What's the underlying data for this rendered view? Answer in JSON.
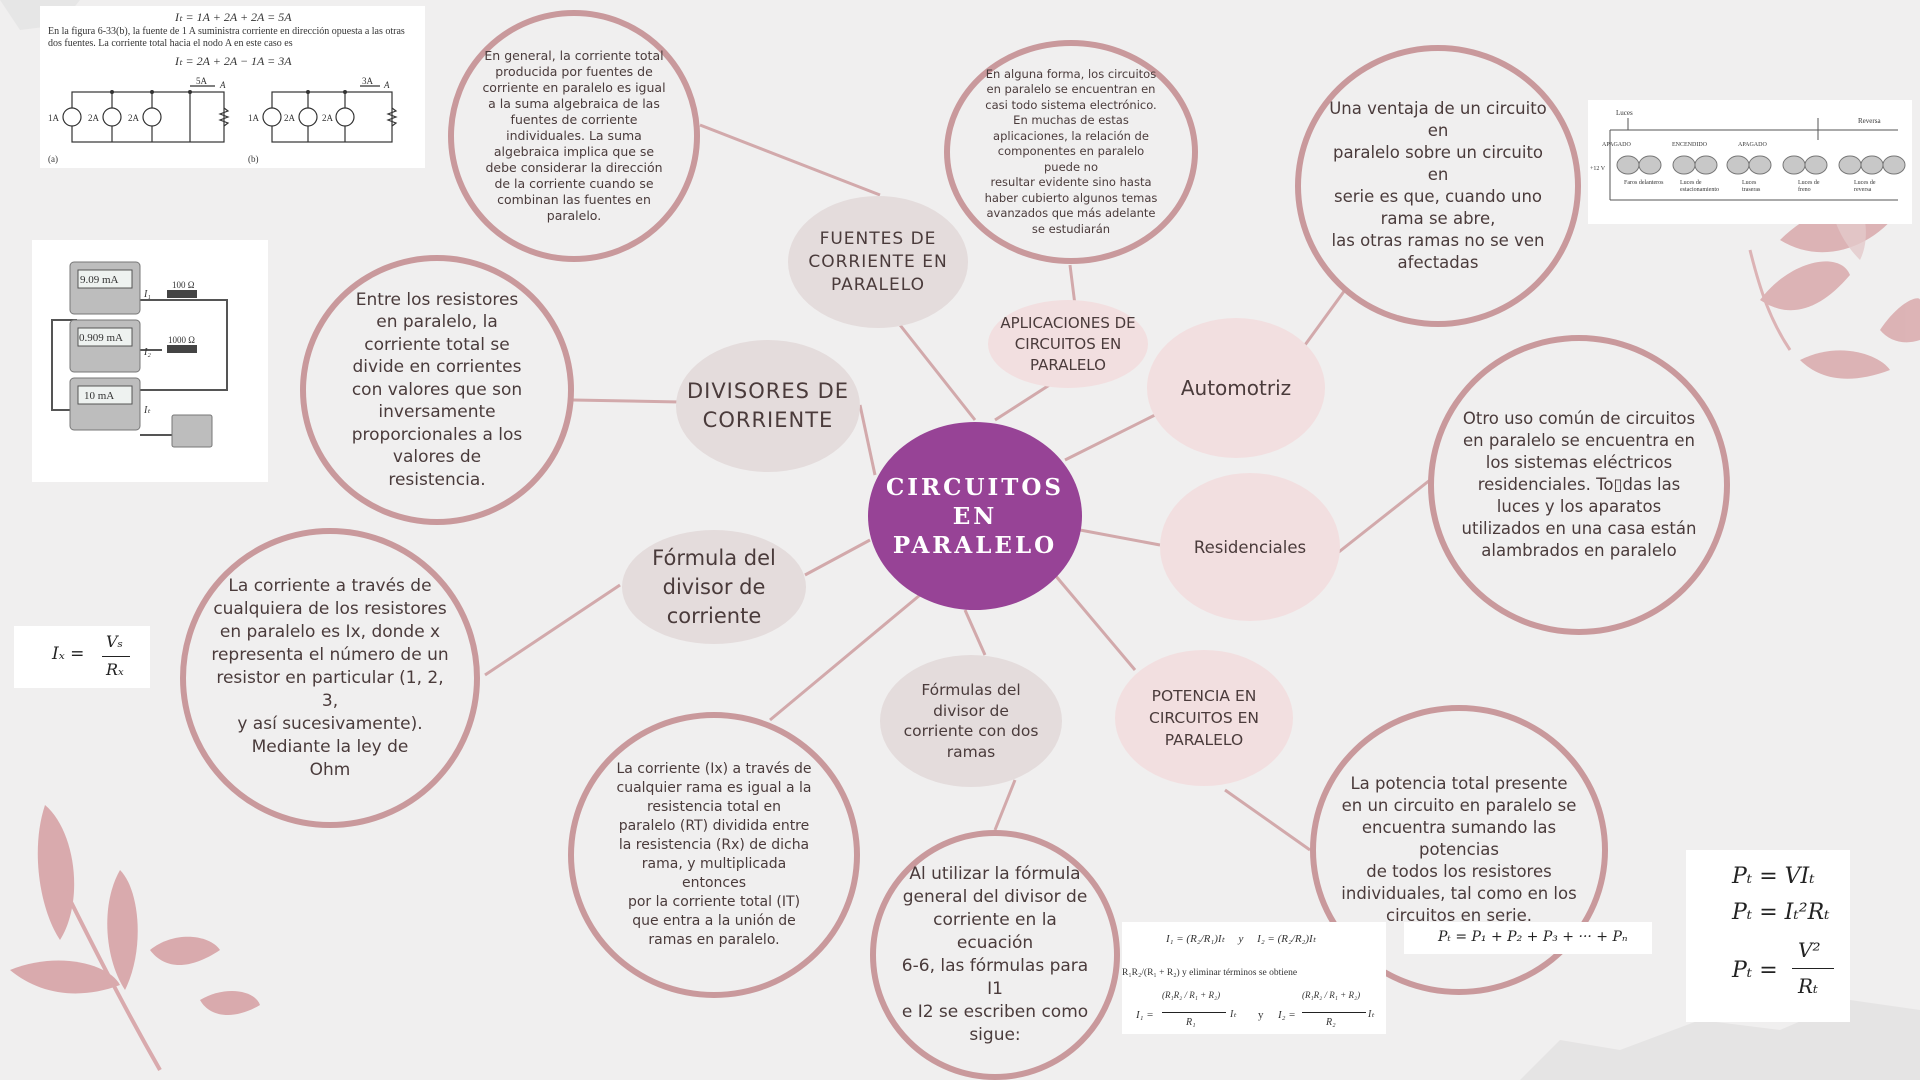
{
  "central_topic": "CIRCUITOS\nEN\nPARALELO",
  "branches": {
    "fuentes": "FUENTES DE\nCORRIENTE EN\nPARALELO",
    "aplicaciones": "APLICACIONES DE\nCIRCUITOS EN\nPARALELO",
    "automotriz": "Automotriz",
    "residenciales": "Residenciales",
    "potencia": "POTENCIA EN\nCIRCUITOS EN\nPARALELO",
    "formulas_dos_ramas": "Fórmulas del\ndivisor de\ncorriente con dos\nramas",
    "formula_divisor": "Fórmula del\ndivisor de\ncorriente",
    "divisores": "DIVISORES DE\nCORRIENTE"
  },
  "notes": {
    "fuentes": "En general, la corriente total\nproducida por fuentes de\ncorriente en paralelo es igual\na la suma algebraica de las\nfuentes de corriente\nindividuales. La suma\nalgebraica implica que se\ndebe considerar la dirección\nde la corriente cuando se\ncombinan las fuentes en\nparalelo.",
    "aplicaciones": "En alguna forma, los circuitos\nen paralelo se encuentran en\ncasi todo sistema electrónico.\nEn muchas de estas\naplicaciones, la relación de\ncomponentes en paralelo\npuede no\nresultar evidente sino hasta\nhaber cubierto algunos temas\navanzados que más adelante\nse estudiarán",
    "automotriz": "Una ventaja de un circuito en\nparalelo sobre un circuito en\nserie es que, cuando uno\nrama se abre,\nlas otras ramas no se ven\nafectadas",
    "residenciales": "Otro uso común de circuitos\nen paralelo se encuentra en\nlos sistemas eléctricos\nresidenciales. To▯das las\nluces y los aparatos\nutilizados en una casa están\nalambrados en paralelo",
    "potencia": "La potencia total presente\nen un circuito en paralelo se\nencuentra sumando las\npotencias\nde todos los resistores\nindividuales, tal como en los\ncircuitos en serie.",
    "formulas_dos_ramas": "Al utilizar la fórmula\ngeneral del divisor de\ncorriente en la ecuación\n6-6, las fórmulas para I1\ne I2 se escriben como\nsigue:",
    "formula_divisor": "La corriente (Ix) a través de\ncualquier rama es igual a la\nresistencia total en\nparalelo (RT) dividida entre\nla resistencia (Rx) de dicha\nrama, y multiplicada\nentonces\npor la corriente total (IT)\nque entra a la unión de\nramas en paralelo.",
    "ohm": "La corriente a través de\ncualquiera de los resistores\nen paralelo es Ix, donde x\nrepresenta el número de un\nresistor en particular (1, 2, 3,\ny así sucesivamente).\nMediante la ley de\nOhm",
    "divisores": "Entre los resistores\nen paralelo, la\ncorriente total se\ndivide en corrientes\ncon valores que son\ninversamente\nproporcionales a los\nvalores de\nresistencia."
  },
  "images": {
    "fuentes_figure": {
      "eq1": "Iₜ = 1A + 2A + 2A = 5A",
      "caption": "En la figura 6-33(b), la fuente de 1 A suministra corriente en dirección opuesta a las otras dos fuentes. La corriente total hacia el nodo A en este caso es",
      "eq2": "Iₜ = 2A + 2A − 1A = 3A",
      "label_a": "(a)",
      "label_b": "(b)",
      "node": "A",
      "sources_a": [
        "1A",
        "2A",
        "2A"
      ],
      "sources_b": [
        "1A",
        "2A",
        "2A"
      ],
      "current_a": "5A",
      "current_b": "3A"
    },
    "meters_figure": {
      "readings": [
        "9.09 mA",
        "0.909 mA",
        "10 mA"
      ],
      "resistors": [
        "100 Ω",
        "1000 Ω"
      ],
      "labels": [
        "I₁",
        "I₂",
        "Iₜ"
      ]
    },
    "ohm_formula": {
      "lhs": "Iₓ =",
      "num": "Vₛ",
      "den": "Rₓ"
    },
    "auto_figure": {
      "labels": [
        "Luces",
        "APAGADO",
        "ENCENDIDO",
        "APAGADO",
        "Reversa",
        "Faros delanteros",
        "Luces de estacionamiento",
        "Luces traseras",
        "Luces de freno",
        "Luces de reversa",
        "+12 V"
      ]
    },
    "power_sum": "Pₜ = P₁ + P₂ + P₃ + ··· + Pₙ",
    "power_formulas": [
      "Pₜ = VIₜ",
      "Pₜ = Iₜ²Rₜ",
      "Pₜ =",
      "V²",
      "Rₜ"
    ],
    "two_branch_formulas": {
      "line1": "I₁ = (R₂/R₁)Iₜ     y     I₂ = (R₂/R₂)Iₜ",
      "mid": "R₁R₂/(R₁ + R₂) y eliminar términos se obtiene",
      "i1_lhs": "I₁ =",
      "i1_num": "(R₁R₂ / R₁ + R₂)",
      "i1_den": "R₁",
      "y": "y",
      "i2_lhs": "I₂ =",
      "i2_num": "(R₁R₂ / R₁ + R₂)",
      "i2_den": "R₂",
      "it": "Iₜ"
    }
  },
  "colors": {
    "center": "#974396",
    "ring": "#c9999c",
    "bubble": "#e4dcdc",
    "bubble_pink": "#f2dfe0",
    "background": "#f0efef"
  }
}
